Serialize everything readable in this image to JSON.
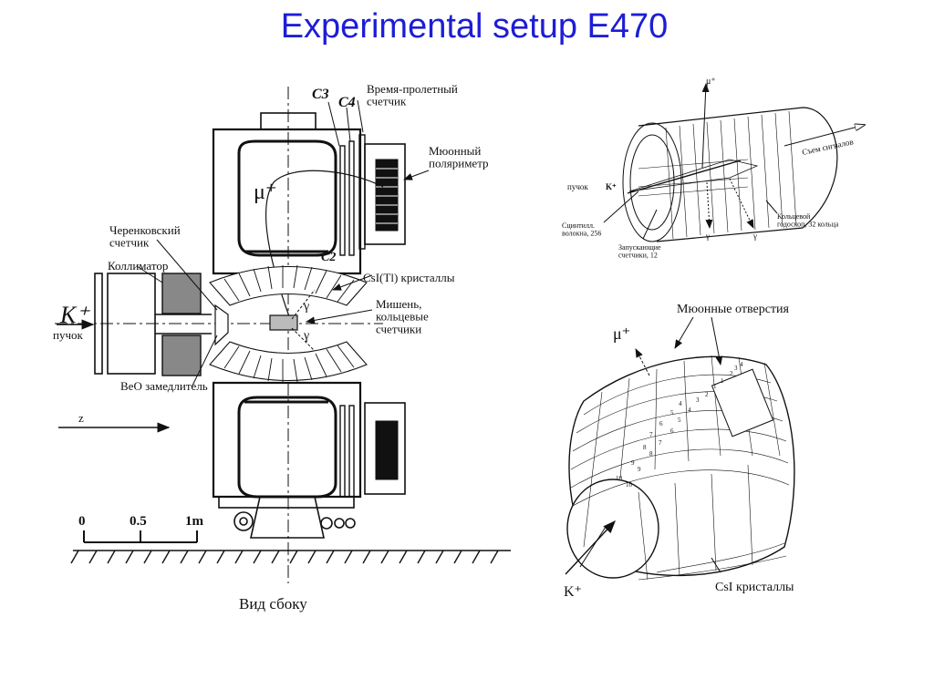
{
  "title": "Experimental setup E470",
  "side_view": {
    "labels": {
      "c3": "C3",
      "c4": "C4",
      "c2": "C2",
      "tof": "Время-пролетный\nсчетчик",
      "polarimeter": "Мюонный\nполяриметр",
      "mu_plus": "μ⁺",
      "cherenkov": "Черенковский\nсчетчик",
      "collimator": "Коллиматор",
      "csi": "CsI(Tl) кристаллы",
      "target": "Мишень,\nкольцевые\nсчетчики",
      "gamma": "γ",
      "kaon": "K⁺",
      "beam": "пучок",
      "beo": "BeO замедлитель",
      "z_axis": "z",
      "caption": "Вид сбоку"
    },
    "scale_ticks": [
      "0",
      "0.5",
      "1m"
    ]
  },
  "cylinder_view": {
    "labels": {
      "mu_plus": "μ⁺",
      "readout": "Съем сигналов",
      "beam": "пучок",
      "kaon": "K⁺",
      "fibers": "Сцинтилл.\nволокна, 256",
      "hodoscope": "Кольцевой\nгодоскоп, 32 кольца",
      "trigger": "Запускающие\nсчетчики, 12",
      "gamma": "γ"
    }
  },
  "barrel_view": {
    "labels": {
      "muon_holes": "Мюонные отверстия",
      "mu_plus": "μ⁺",
      "kaon": "K⁺",
      "csi": "CsI кристаллы"
    },
    "ring_numbers": [
      "1",
      "2",
      "3",
      "4",
      "5",
      "6",
      "7",
      "8",
      "9",
      "10"
    ]
  }
}
